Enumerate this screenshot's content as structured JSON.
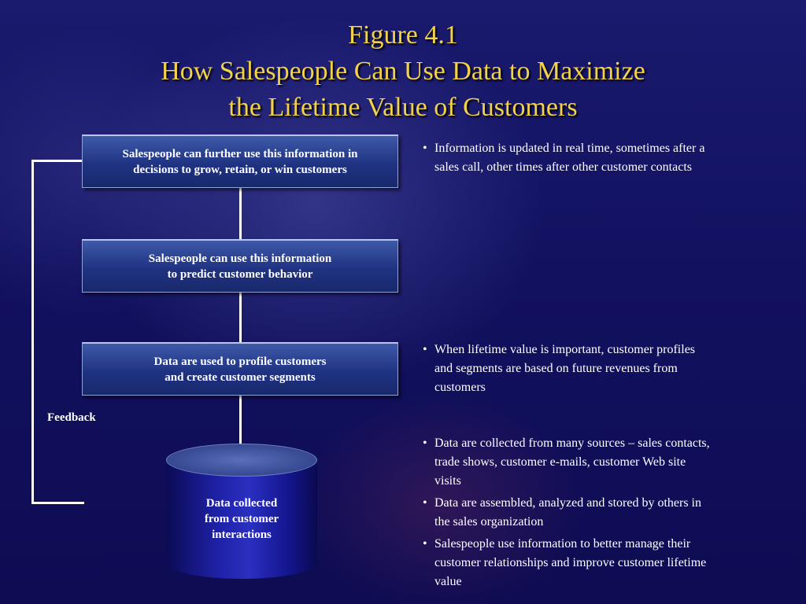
{
  "title": {
    "line1": "Figure 4.1",
    "line2": "How Salespeople Can Use Data to Maximize",
    "line3": "the Lifetime Value of Customers"
  },
  "diagram": {
    "box_top": [
      "Salespeople can further use this information in",
      "decisions to grow, retain, or win customers"
    ],
    "box_mid": [
      "Salespeople can use this information",
      "to predict customer behavior"
    ],
    "box_low": [
      "Data are used to profile customers",
      "and create customer segments"
    ],
    "database": [
      "Data collected",
      "from customer",
      "interactions"
    ],
    "feedback_label": "Feedback"
  },
  "bullets": {
    "group1": [
      [
        "Information is updated in real time, sometimes after a",
        "sales call, other times after other customer contacts"
      ]
    ],
    "group2": [
      [
        "When lifetime value is important, customer profiles",
        "and segments are based on future revenues from",
        "customers"
      ]
    ],
    "group3": [
      [
        "Data are collected from many sources – sales contacts,",
        "trade shows, customer e-mails, customer Web site",
        "visits"
      ],
      [
        "Data are assembled, analyzed and stored by others in",
        "the sales organization"
      ],
      [
        "Salespeople use information to better manage their",
        "customer relationships and improve customer lifetime",
        "value"
      ]
    ],
    "bullet_char": "•"
  },
  "colors": {
    "title": "#f2d24a",
    "background": "#141266",
    "box_fill": "#1f3382",
    "connector": "#ffffff"
  }
}
